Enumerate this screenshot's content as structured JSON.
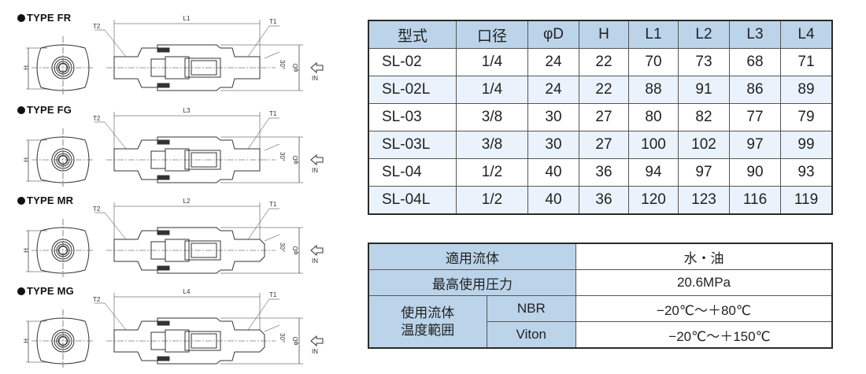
{
  "drawings": [
    {
      "id": "fr",
      "title": "TYPE FR",
      "length_label": "L1",
      "t2_label": "T2",
      "t1_label": "T1",
      "h_label": "H",
      "d_label": "φD",
      "angle_label": "30°",
      "in_label": "IN",
      "end": "female"
    },
    {
      "id": "fg",
      "title": "TYPE FG",
      "length_label": "L3",
      "t2_label": "T2",
      "t1_label": "T1",
      "h_label": "H",
      "d_label": "φD",
      "angle_label": "30°",
      "in_label": "IN",
      "end": "female"
    },
    {
      "id": "mr",
      "title": "TYPE MR",
      "length_label": "L2",
      "t2_label": "T2",
      "t1_label": "T1",
      "h_label": "H",
      "d_label": "φD",
      "angle_label": "30°",
      "in_label": "IN",
      "end": "male"
    },
    {
      "id": "mg",
      "title": "TYPE MG",
      "length_label": "L4",
      "t2_label": "T2",
      "t1_label": "T1",
      "h_label": "H",
      "d_label": "φD",
      "angle_label": "30°",
      "in_label": "IN",
      "end": "male"
    }
  ],
  "spec_table": {
    "headers": [
      "型式",
      "口径",
      "φD",
      "H",
      "L1",
      "L2",
      "L3",
      "L4"
    ],
    "rows": [
      [
        "SL-02",
        "1/4",
        "24",
        "22",
        "70",
        "73",
        "68",
        "71"
      ],
      [
        "SL-02L",
        "1/4",
        "24",
        "22",
        "88",
        "91",
        "86",
        "89"
      ],
      [
        "SL-03",
        "3/8",
        "30",
        "27",
        "80",
        "82",
        "77",
        "79"
      ],
      [
        "SL-03L",
        "3/8",
        "30",
        "27",
        "100",
        "102",
        "97",
        "99"
      ],
      [
        "SL-04",
        "1/2",
        "40",
        "36",
        "94",
        "97",
        "90",
        "93"
      ],
      [
        "SL-04L",
        "1/2",
        "40",
        "36",
        "120",
        "123",
        "116",
        "119"
      ]
    ]
  },
  "fluid_table": {
    "fluid_label": "適用流体",
    "fluid_value": "水・油",
    "pressure_label": "最高使用圧力",
    "pressure_value": "20.6MPa",
    "temp_label": "使用流体\n温度範囲",
    "temp_rows": [
      {
        "material": "NBR",
        "range": "−20℃〜＋80℃"
      },
      {
        "material": "Viton",
        "range": "−20℃〜＋150℃"
      }
    ]
  },
  "colors": {
    "header_bg": "#bcd4ea",
    "alt_row_bg": "#eaf3fb",
    "border": "#2a2a2a"
  }
}
